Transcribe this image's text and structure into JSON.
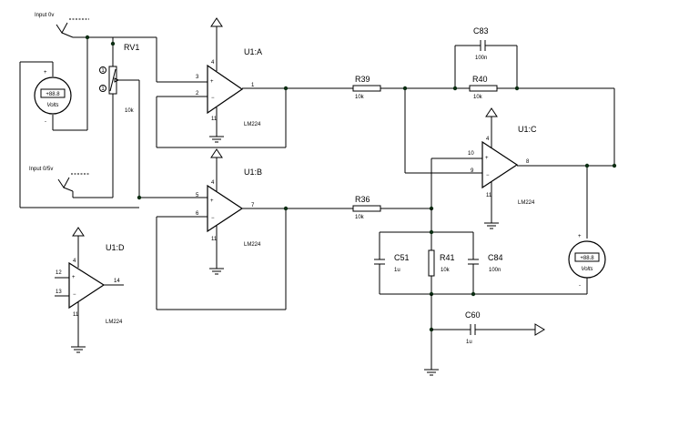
{
  "inputs": {
    "input_top": "Input 0v",
    "input_bottom": "Input 0/5v"
  },
  "pot": {
    "ref": "RV1",
    "value": "10k"
  },
  "opamps": {
    "a": {
      "ref": "U1:A",
      "part": "LM224",
      "pin_plus": "3",
      "pin_minus": "2",
      "pin_out": "1",
      "pin_vcc": "4",
      "pin_gnd": "11"
    },
    "b": {
      "ref": "U1:B",
      "part": "LM224",
      "pin_plus": "5",
      "pin_minus": "6",
      "pin_out": "7",
      "pin_vcc": "4",
      "pin_gnd": "11"
    },
    "c": {
      "ref": "U1:C",
      "part": "LM224",
      "pin_plus": "10",
      "pin_minus": "9",
      "pin_out": "8",
      "pin_vcc": "4",
      "pin_gnd": "11"
    },
    "d": {
      "ref": "U1:D",
      "part": "LM224",
      "pin_plus": "12",
      "pin_minus": "13",
      "pin_out": "14",
      "pin_vcc": "4",
      "pin_gnd": "11"
    }
  },
  "resistors": {
    "r39": {
      "ref": "R39",
      "value": "10k"
    },
    "r40": {
      "ref": "R40",
      "value": "10k"
    },
    "r36": {
      "ref": "R36",
      "value": "10k"
    },
    "r41": {
      "ref": "R41",
      "value": "10k"
    }
  },
  "capacitors": {
    "c83": {
      "ref": "C83",
      "value": "100n"
    },
    "c51": {
      "ref": "C51",
      "value": "1u"
    },
    "c84": {
      "ref": "C84",
      "value": "100n"
    },
    "c60": {
      "ref": "C60",
      "value": "1u"
    }
  },
  "meters": {
    "left": {
      "reading": "+88.8",
      "unit": "Volts"
    },
    "right": {
      "reading": "+88.8",
      "unit": "Volts"
    }
  }
}
